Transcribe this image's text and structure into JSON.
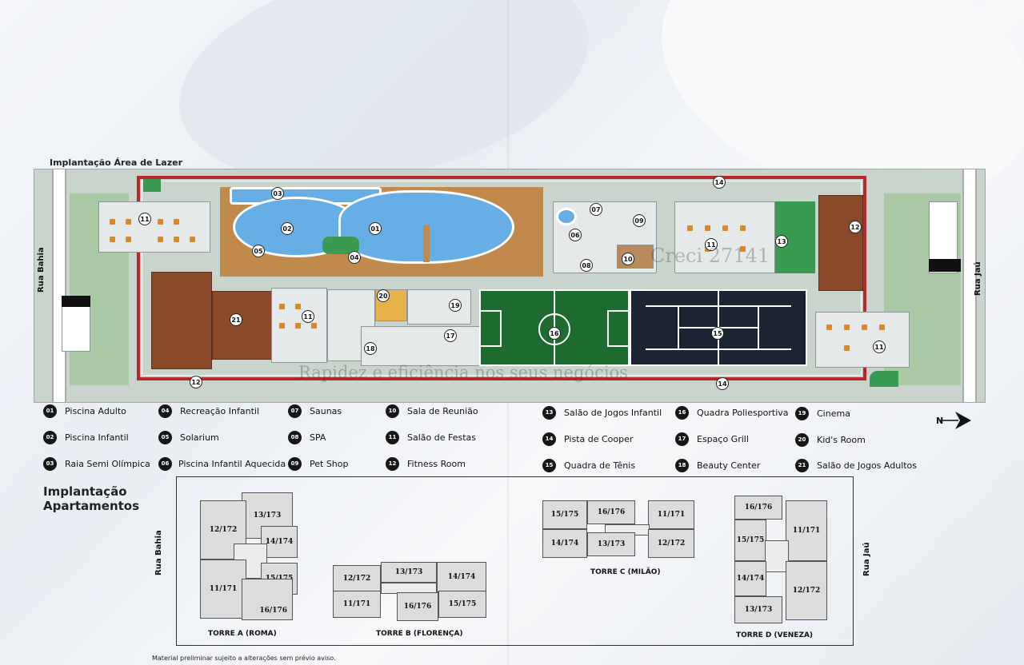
{
  "leisure": {
    "title": "Implantação Área de Lazer",
    "street_left": "Rua Bahia",
    "street_right": "Rua Jaú",
    "watermark_line1": "Creci 27141",
    "watermark_line2": "Rapidez e eficiência nos seus negócios",
    "map_markers": {
      "m01": "01",
      "m02": "02",
      "m03": "03",
      "m04": "04",
      "m05": "05",
      "m06": "06",
      "m07": "07",
      "m08": "08",
      "m09": "09",
      "m10": "10",
      "m11a": "11",
      "m11b": "11",
      "m11c": "11",
      "m11d": "11",
      "m12a": "12",
      "m12b": "12",
      "m13": "13",
      "m14a": "14",
      "m14b": "14",
      "m15": "15",
      "m16": "16",
      "m17": "17",
      "m18": "18",
      "m19": "19",
      "m20": "20",
      "m21": "21"
    }
  },
  "legend": [
    {
      "num": "01",
      "label": "Piscina Adulto"
    },
    {
      "num": "02",
      "label": "Piscina Infantil"
    },
    {
      "num": "03",
      "label": "Raia Semi Olímpica"
    },
    {
      "num": "04",
      "label": "Recreação Infantil"
    },
    {
      "num": "05",
      "label": "Solarium"
    },
    {
      "num": "06",
      "label": "Piscina Infantil Aquecida"
    },
    {
      "num": "07",
      "label": "Saunas"
    },
    {
      "num": "08",
      "label": "SPA"
    },
    {
      "num": "09",
      "label": "Pet Shop"
    },
    {
      "num": "10",
      "label": "Sala de Reunião"
    },
    {
      "num": "11",
      "label": "Salão de Festas"
    },
    {
      "num": "12",
      "label": "Fitness Room"
    },
    {
      "num": "13",
      "label": "Salão de Jogos Infantil"
    },
    {
      "num": "14",
      "label": "Pista de Cooper"
    },
    {
      "num": "15",
      "label": "Quadra de Tênis"
    },
    {
      "num": "16",
      "label": "Quadra Poliesportiva"
    },
    {
      "num": "17",
      "label": "Espaço Grill"
    },
    {
      "num": "18",
      "label": "Beauty Center"
    },
    {
      "num": "19",
      "label": "Cinema"
    },
    {
      "num": "20",
      "label": "Kid's Room"
    },
    {
      "num": "21",
      "label": "Salão de Jogos Adultos"
    }
  ],
  "north_label": "N",
  "apartments": {
    "title_line1": "Implantação",
    "title_line2": "Apartamentos",
    "road_left": "Rua Bahia",
    "road_right": "Rua Jaú",
    "tower_a": {
      "label": "TORRE A (ROMA)",
      "units": [
        "13/173",
        "12/172",
        "14/174",
        "11/171",
        "15/175",
        "16/176"
      ]
    },
    "tower_b": {
      "label": "TORRE B (FLORENÇA)",
      "units": [
        "12/172",
        "13/173",
        "14/174",
        "11/171",
        "16/176",
        "15/175"
      ]
    },
    "tower_c": {
      "label": "TORRE C (MILÃO)",
      "units": [
        "15/175",
        "16/176",
        "11/171",
        "14/174",
        "13/173",
        "12/172"
      ]
    },
    "tower_d": {
      "label": "TORRE D (VENEZA)",
      "units": [
        "16/176",
        "15/175",
        "11/171",
        "14/174",
        "12/172",
        "13/173"
      ]
    }
  },
  "disclaimer": "Material preliminar sujeito a alterações sem prévio aviso."
}
